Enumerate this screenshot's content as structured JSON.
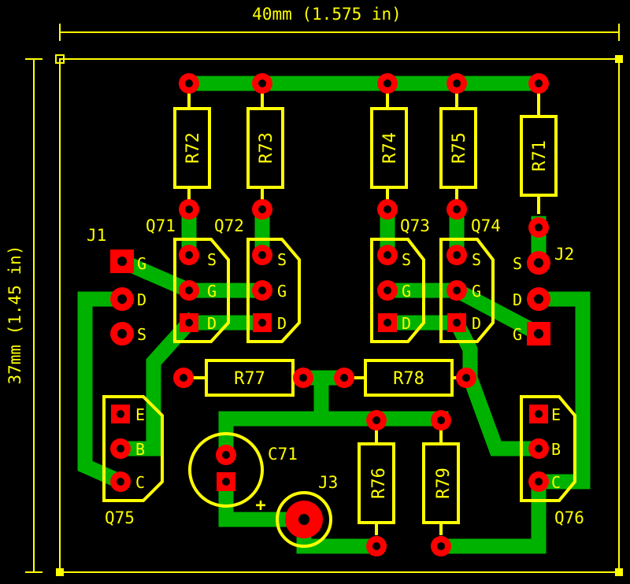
{
  "dimensions": {
    "width_label": "40mm (1.575 in)",
    "height_label": "37mm (1.45 in)"
  },
  "colors": {
    "background": "#000000",
    "silkscreen": "#ffff00",
    "trace": "#00b200",
    "pad": "#ff0000",
    "hole": "#000000"
  },
  "components": {
    "resistors": [
      "R72",
      "R73",
      "R74",
      "R75",
      "R71",
      "R77",
      "R78",
      "R76",
      "R79"
    ],
    "transistors": [
      "Q71",
      "Q72",
      "Q73",
      "Q74",
      "Q75",
      "Q76"
    ],
    "connectors": [
      "J1",
      "J2",
      "J3"
    ],
    "capacitor": "C71",
    "polarity_mark": "+"
  },
  "pin_labels": {
    "fet": [
      "S",
      "G",
      "D"
    ],
    "bjt": [
      "E",
      "B",
      "C"
    ],
    "j1": [
      "G",
      "D",
      "S"
    ],
    "j2": [
      "S",
      "D",
      "G"
    ]
  }
}
